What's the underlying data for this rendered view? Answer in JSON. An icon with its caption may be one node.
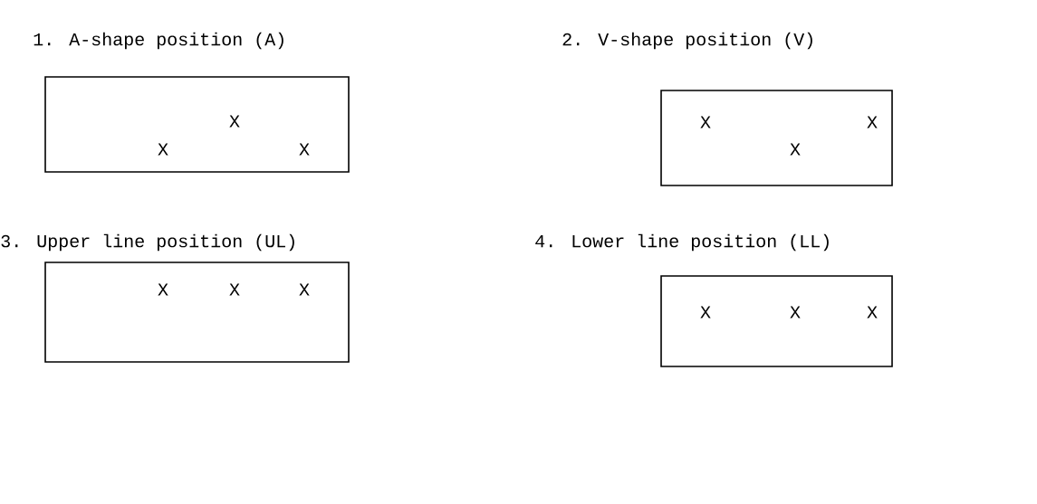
{
  "diagram": {
    "nodes": [
      {
        "text": [
          "1. A-shape position (A)",
          "X",
          "X",
          "X"
        ]
      },
      {
        "text": [
          "2. V-shape position (V)",
          "X",
          "X",
          "X"
        ]
      },
      {
        "text": [
          "3. Upper line position (UL)",
          "X",
          "X",
          "X"
        ]
      },
      {
        "text": [
          "4. Lower line position (LL)",
          "X",
          "X",
          "X"
        ]
      }
    ]
  }
}
